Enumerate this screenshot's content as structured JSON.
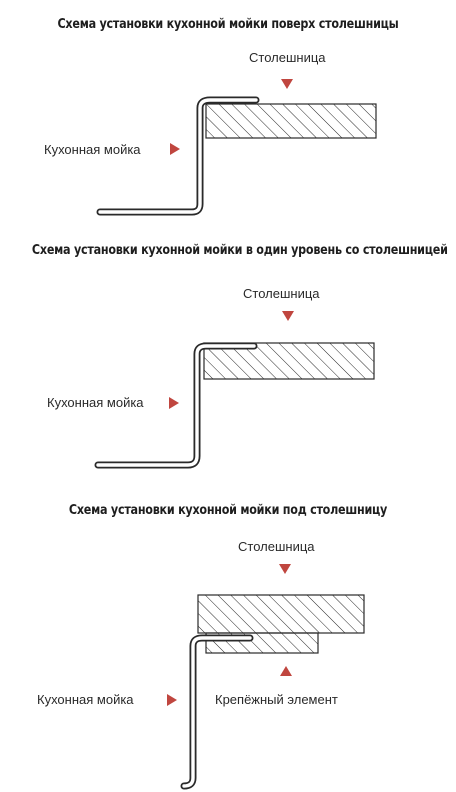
{
  "colors": {
    "arrow": "#c0463f",
    "line": "#2a2a2a",
    "background": "#ffffff"
  },
  "sections": [
    {
      "title": "Схема установки кухонной мойки поверх столешницы",
      "countertop_label": "Столешница",
      "sink_label": "Кухонная мойка"
    },
    {
      "title": "Схема установки кухонной мойки в один уровень со столешницей",
      "countertop_label": "Столешница",
      "sink_label": "Кухонная мойка"
    },
    {
      "title": "Схема установки кухонной мойки под столешницу",
      "countertop_label": "Столешница",
      "sink_label": "Кухонная мойка",
      "fastener_label": "Крепёжный элемент"
    }
  ]
}
